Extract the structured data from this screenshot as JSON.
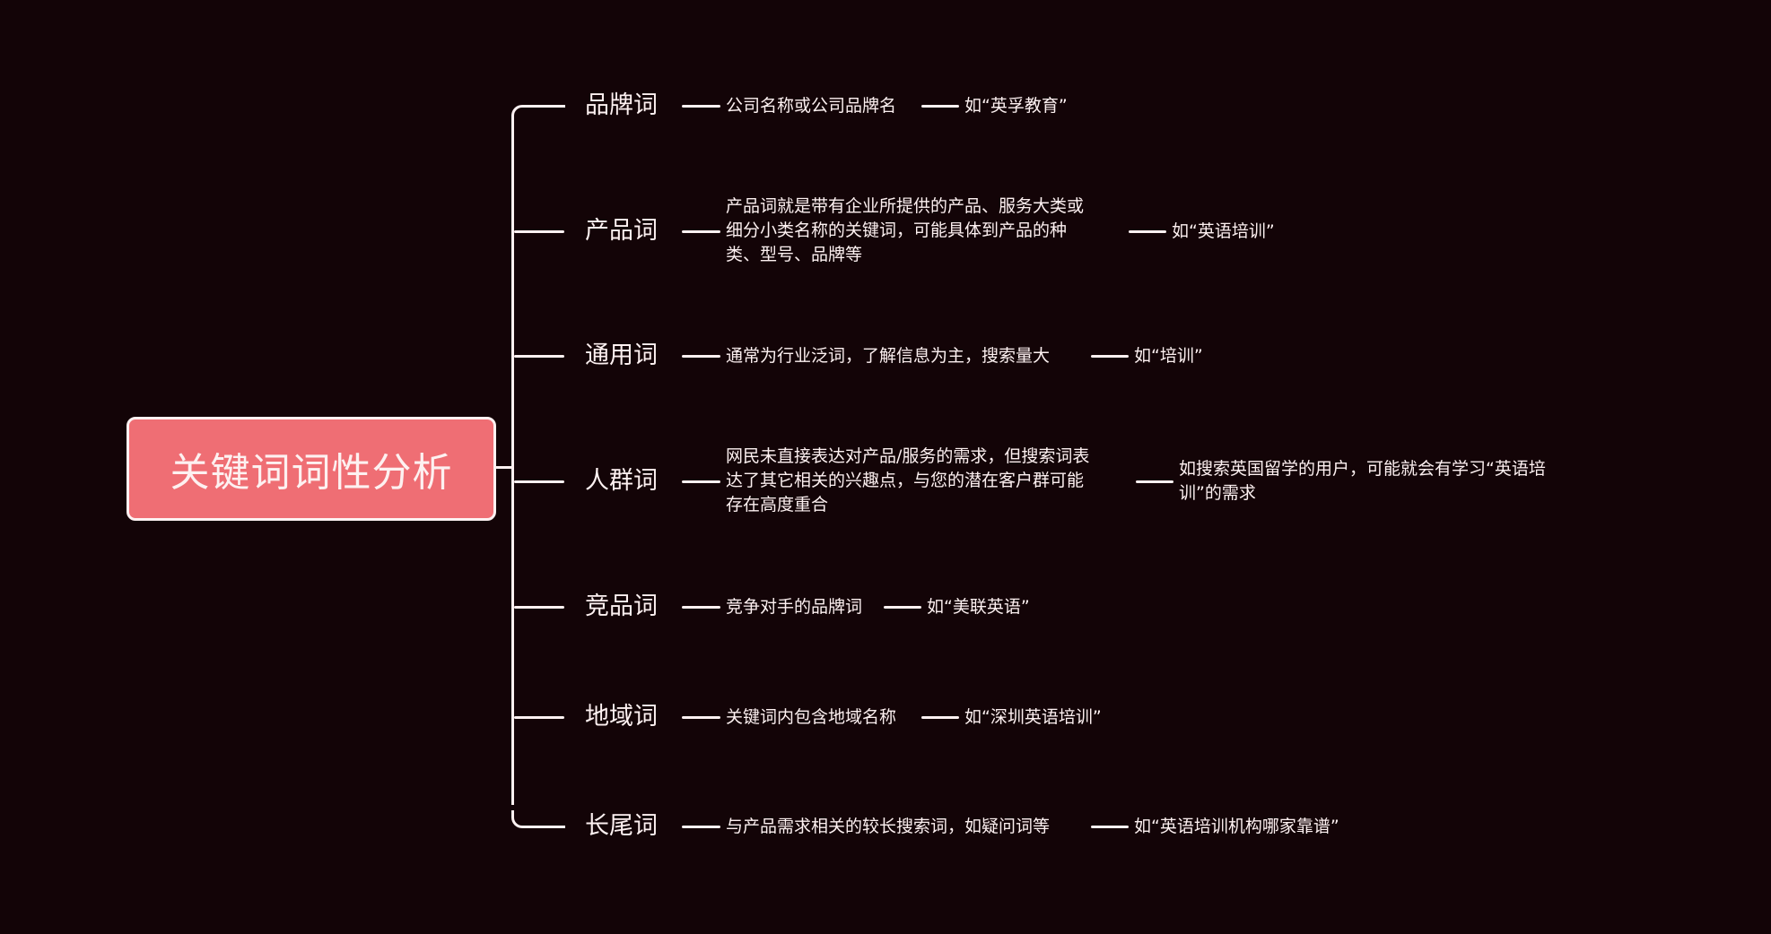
{
  "root": {
    "label": "关键词词性分析",
    "fill_color": "#ef6e74",
    "border_color": "#fdf1f1"
  },
  "background_color": "#130407",
  "line_color": "#fdf1f1",
  "branches": [
    {
      "label": "品牌词",
      "description": [
        "公司名称或公司品牌名"
      ],
      "example": [
        "如“英孚教育”"
      ]
    },
    {
      "label": "产品词",
      "description": [
        "产品词就是带有企业所提供的产品、服务大类或",
        "细分小类名称的关键词，可能具体到产品的种",
        "类、型号、品牌等"
      ],
      "example": [
        "如“英语培训”"
      ]
    },
    {
      "label": "通用词",
      "description": [
        "通常为行业泛词，了解信息为主，搜索量大"
      ],
      "example": [
        "如“培训”"
      ]
    },
    {
      "label": "人群词",
      "description": [
        "网民未直接表达对产品/服务的需求，但搜索词表",
        "达了其它相关的兴趣点，与您的潜在客户群可能",
        "存在高度重合"
      ],
      "example": [
        "如搜索英国留学的用户，可能就会有学习“英语培",
        "训”的需求"
      ]
    },
    {
      "label": "竞品词",
      "description": [
        "竞争对手的品牌词"
      ],
      "example": [
        "如“美联英语”"
      ]
    },
    {
      "label": "地域词",
      "description": [
        "关键词内包含地域名称"
      ],
      "example": [
        "如“深圳英语培训”"
      ]
    },
    {
      "label": "长尾词",
      "description": [
        "与产品需求相关的较长搜索词，如疑问词等"
      ],
      "example": [
        "如“英语培训机构哪家靠谱”"
      ]
    }
  ]
}
